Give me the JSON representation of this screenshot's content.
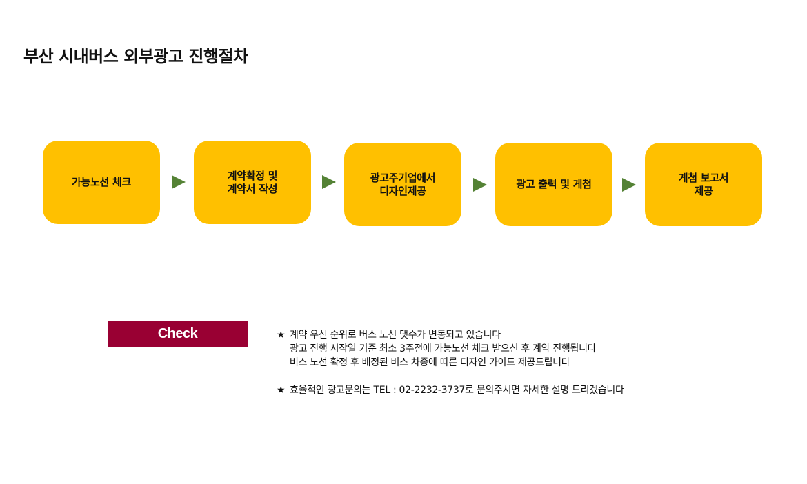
{
  "title": "부산 시내버스 외부광고 진행절차",
  "colors": {
    "step_fill": "#FFC000",
    "arrow": "#548235",
    "check_banner": "#990033",
    "text": "#111111"
  },
  "steps": [
    {
      "label": "가능노선 체크"
    },
    {
      "label": "계약확정 및\n계약서 작성"
    },
    {
      "label": "광고주기업에서\n디자인제공"
    },
    {
      "label": "광고 출력 및 게첨"
    },
    {
      "label": "게첨 보고서\n제공"
    }
  ],
  "check": {
    "label": "Check"
  },
  "notes": {
    "bullet_icon": "star-icon",
    "bullet_symbol": "★",
    "blocks": [
      {
        "lines": [
          "계약 우선 순위로 버스 노선 댓수가 변동되고 있습니다",
          "광고 진행 시작일 기준 최소 3주전에 가능노선 체크 받으신 후 계약 진행됩니다",
          "버스 노선 확정 후 배정된 버스 차종에 따른 디자인 가이드 제공드립니다"
        ]
      },
      {
        "lines": [
          "효율적인 광고문의는 TEL : 02-2232-3737로 문의주시면 자세한 설명 드리겠습니다"
        ]
      }
    ]
  }
}
